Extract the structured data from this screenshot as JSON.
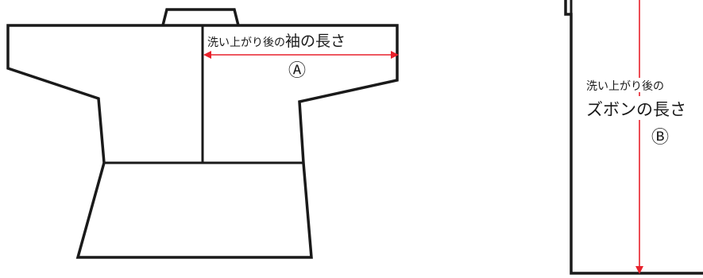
{
  "jacket": {
    "label_prefix": "洗い上がり後の",
    "label_emphasis": "袖の長さ",
    "marker": "Ⓐ"
  },
  "pants": {
    "label_line1": "洗い上がり後の",
    "label_line2": "ズボンの長さ",
    "marker": "Ⓑ"
  },
  "colors": {
    "outline": "#1a1a1a",
    "measure_line": "#e8212b",
    "background": "#ffffff"
  }
}
